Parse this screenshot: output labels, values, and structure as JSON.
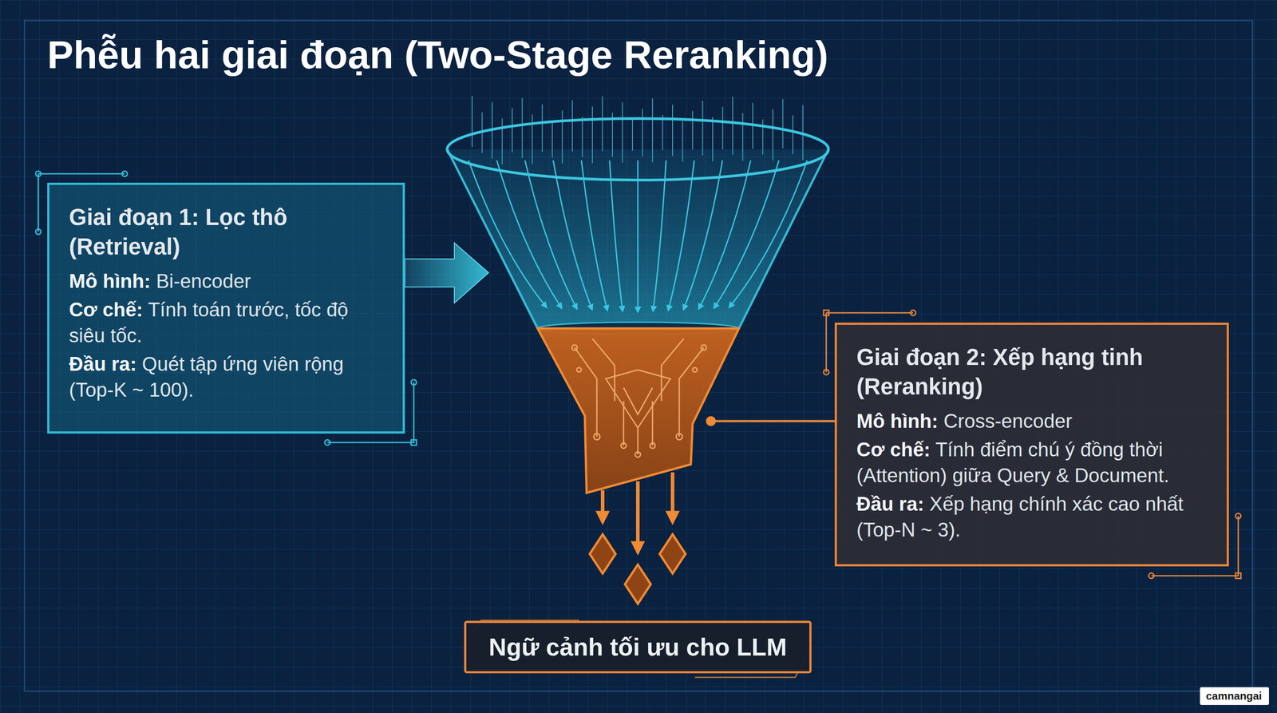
{
  "diagram": {
    "title": "Phễu hai giai đoạn (Two-Stage Reranking)",
    "nodes": [
      {
        "text": [
          "Giai đoạn 1: Lọc thô (Retrieval)",
          "Mô hình: Bi-encoder",
          "Cơ chế: Tính toán trước, tốc độ siêu tốc.",
          "Đầu ra: Quét tập ứng viên rộng (Top-K ~ 100)."
        ]
      },
      {
        "text": [
          "Giai đoạn 2: Xếp hạng tinh (Reranking)",
          "Mô hình: Cross-encoder",
          "Cơ chế: Tính điểm chú ý đồng thời (Attention) giữa Query & Document.",
          "Đầu ra: Xếp hạng chính xác cao nhất (Top-N ~ 3)."
        ]
      },
      {
        "text": [
          "Ngữ cảnh tối ưu cho LLM"
        ]
      }
    ],
    "labels": [
      "camnangai"
    ]
  }
}
